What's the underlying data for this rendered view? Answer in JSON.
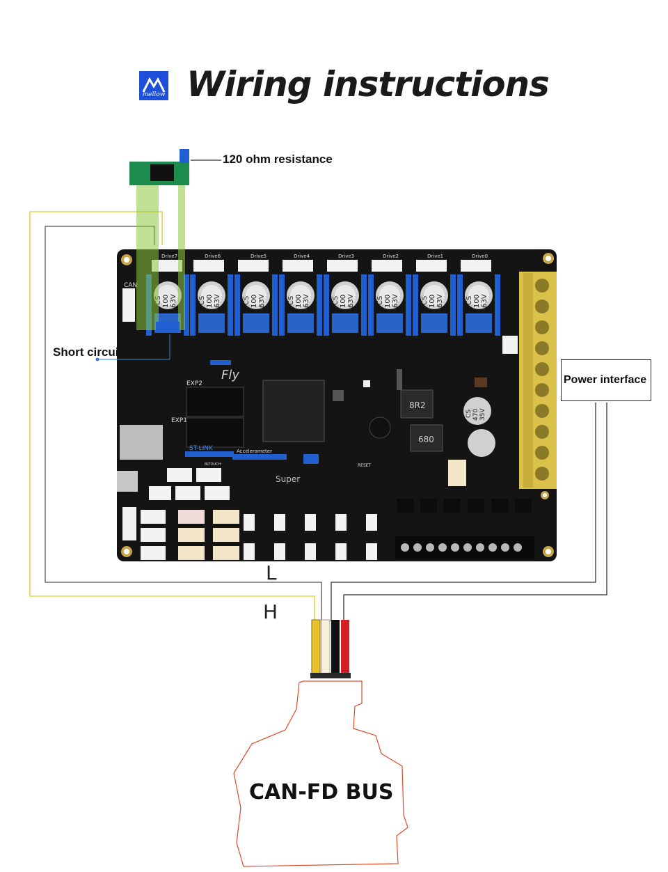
{
  "header": {
    "title": "Wiring instructions",
    "logo_text": "mellow"
  },
  "callouts": {
    "resistor": "120 ohm resistance",
    "short_circuit": "Short circuit",
    "power_interface": "Power interface"
  },
  "wires": {
    "low_label": "L",
    "high_label": "H"
  },
  "bus": {
    "label": "CAN-FD BUS"
  },
  "board": {
    "drives": [
      "Drive7",
      "Drive6",
      "Drive5",
      "Drive4",
      "Drive3",
      "Drive2",
      "Drive1",
      "Drive0"
    ],
    "capacitor_text": [
      "CS",
      "100",
      "63V"
    ],
    "labels": {
      "can": "CAN",
      "fly": "Fly",
      "exp2": "EXP2",
      "exp1": "EXP1",
      "stlink": "ST-LINK",
      "accelerometer": "Accelerometer",
      "super": "Super",
      "inductor1": "8R2",
      "inductor2": "680",
      "reset": "RESET",
      "bltouch": "BLTOUCH",
      "big_cap": [
        "CS",
        "470",
        "35V"
      ]
    }
  },
  "colors": {
    "board": "#141414",
    "driver_blue": "#1f5fd0",
    "terminal_yellow": "#d9c14a",
    "wire_yellow": "#e8c22a",
    "wire_red": "#d42020",
    "green_overlay": "#8cc63f",
    "bus_outline": "#e04a2a",
    "logo_blue": "#1d4fd8"
  }
}
